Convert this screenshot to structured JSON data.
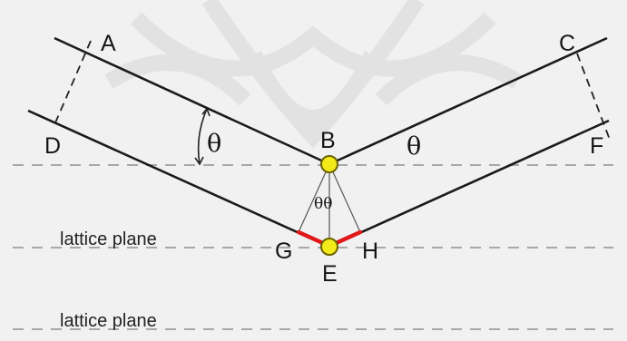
{
  "diagram": {
    "point_labels": {
      "A": "A",
      "B": "B",
      "C": "C",
      "D": "D",
      "E": "E",
      "F": "F",
      "G": "G",
      "H": "H"
    },
    "angle_symbol": "θ",
    "angle_pair": "θθ",
    "plane_labels": [
      "lattice plane",
      "lattice plane"
    ],
    "colors": {
      "background": "#f1f1f1",
      "ray": "#1a1a1a",
      "dashed_plane": "#a8a8a8",
      "path_difference": "#e01818",
      "atom_fill": "#f3ea1a",
      "atom_stroke": "#6b6300"
    }
  }
}
